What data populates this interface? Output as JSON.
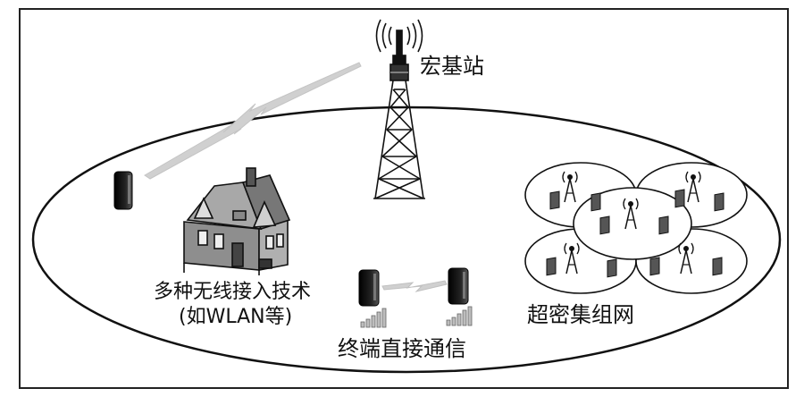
{
  "labels": {
    "macro_base_station": "宏基站",
    "multi_access_line1": "多种无线接入技术",
    "multi_access_line2": "(如WLAN等)",
    "d2d": "终端直接通信",
    "ultra_dense": "超密集组网"
  },
  "colors": {
    "line": "#222222",
    "device": "#1a1a1a",
    "device_highlight": "#bfbfbf",
    "lightning": "#cfcfcf",
    "house_fill": "#9a9a9a",
    "signal_bar": "#bdbdbd"
  },
  "icons": [
    "macro-tower-icon",
    "house-icon",
    "phone-icon",
    "small-cell-antenna-icon",
    "signal-bars-icon",
    "lightning-link-icon"
  ]
}
